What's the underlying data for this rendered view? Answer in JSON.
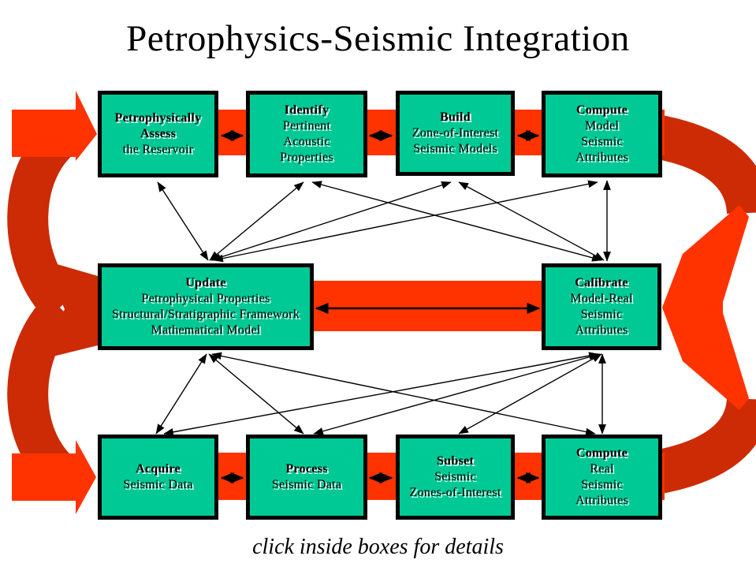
{
  "slide": {
    "title": "Petrophysics-Seismic Integration",
    "caption": "click inside boxes for details"
  },
  "colors": {
    "box_fill": "#00C995",
    "box_border": "#000000",
    "flow_bright_red": "#FF3300",
    "flow_dark_red": "#CC2B05",
    "connector_black": "#000000",
    "background": "#FFFFFF"
  },
  "boxes": [
    {
      "id": "petrophysically-assess",
      "lines": [
        "Petrophysically",
        "Assess",
        "the Reservoir"
      ]
    },
    {
      "id": "identify-acoustic",
      "lines": [
        "Identify",
        "Pertinent",
        "Acoustic",
        "Properties"
      ]
    },
    {
      "id": "build-models",
      "lines": [
        "Build",
        "Zone-of-Interest",
        "Seismic Models"
      ]
    },
    {
      "id": "compute-model-attrs",
      "lines": [
        "Compute",
        "Model",
        "Seismic",
        "Attributes"
      ]
    },
    {
      "id": "update",
      "lines": [
        "Update",
        "Petrophysical Properties",
        "Structural/Stratigraphic Framework",
        "Mathematical Model"
      ]
    },
    {
      "id": "calibrate",
      "lines": [
        "Calibrate",
        "Model-Real",
        "Seismic",
        "Attributes"
      ]
    },
    {
      "id": "acquire",
      "lines": [
        "Acquire",
        "Seismic Data"
      ]
    },
    {
      "id": "process",
      "lines": [
        "Process",
        "Seismic Data"
      ]
    },
    {
      "id": "subset",
      "lines": [
        "Subset",
        "Seismic",
        "Zones-of-Interest"
      ]
    },
    {
      "id": "compute-real-attrs",
      "lines": [
        "Compute",
        "Real",
        "Seismic",
        "Attributes"
      ]
    }
  ],
  "connections": {
    "adjacent_bidirectional_pairs": [
      [
        "petrophysically-assess",
        "identify-acoustic"
      ],
      [
        "identify-acoustic",
        "build-models"
      ],
      [
        "build-models",
        "compute-model-attrs"
      ],
      [
        "update",
        "calibrate"
      ],
      [
        "acquire",
        "process"
      ],
      [
        "process",
        "subset"
      ],
      [
        "subset",
        "compute-real-attrs"
      ]
    ],
    "update_bidirectional_with": [
      "petrophysically-assess",
      "identify-acoustic",
      "build-models",
      "compute-model-attrs",
      "acquire",
      "process",
      "compute-real-attrs"
    ],
    "calibrate_bidirectional_with": [
      "identify-acoustic",
      "build-models",
      "compute-model-attrs",
      "acquire",
      "process",
      "subset",
      "compute-real-attrs"
    ],
    "red_flow_loops": [
      "update -> left curve up -> top row left-to-right -> right curve down -> calibrate",
      "update -> left curve down -> bottom row left-to-right -> right curve up -> calibrate",
      "calibrate -> middle band -> update"
    ]
  }
}
